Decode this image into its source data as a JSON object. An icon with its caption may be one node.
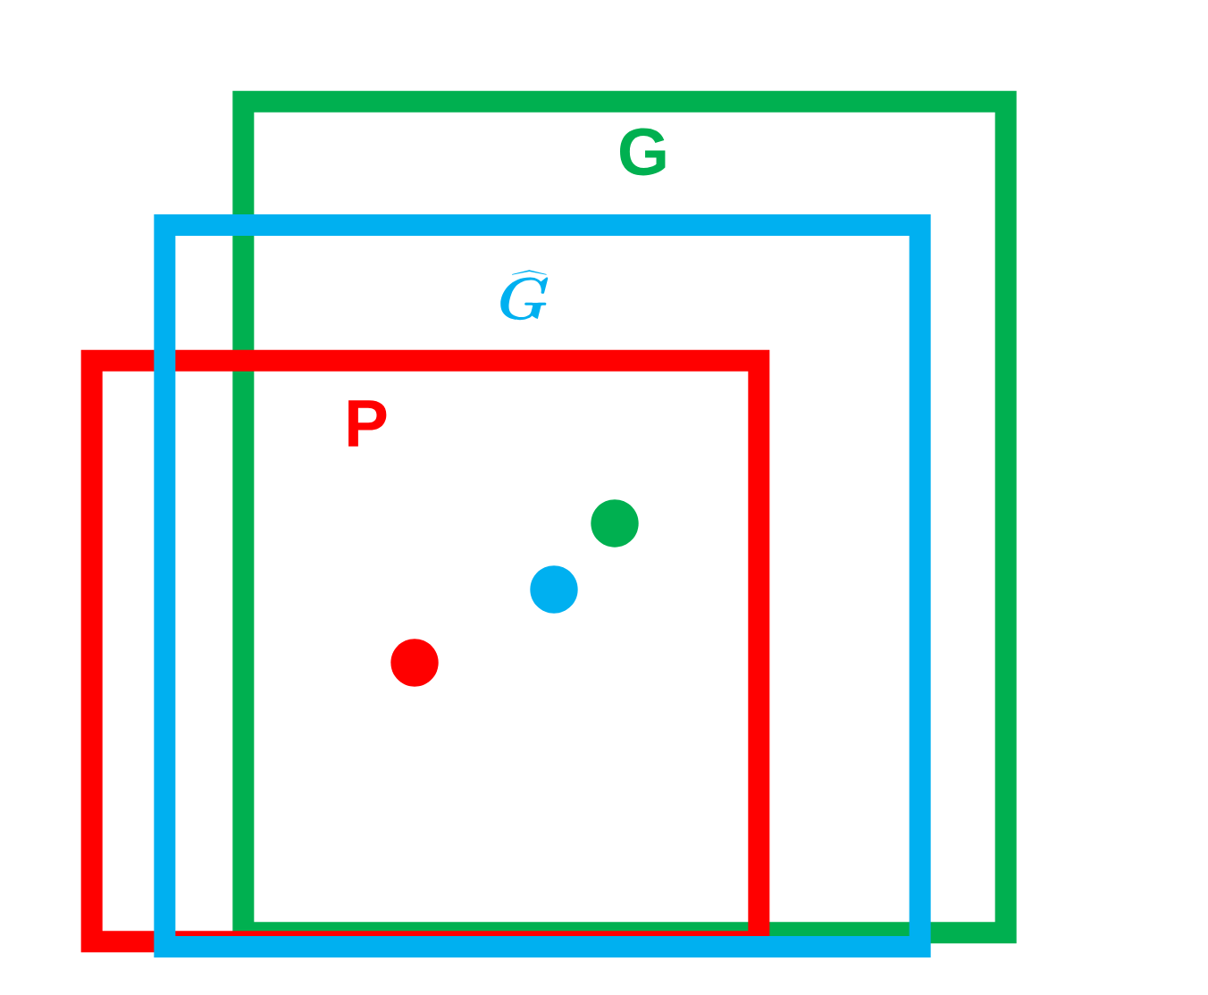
{
  "diagram": {
    "nodes": [
      {
        "text": [
          "G"
        ]
      },
      {
        "text": [
          "\\widehat{G}"
        ]
      },
      {
        "text": [
          "P"
        ]
      }
    ]
  }
}
